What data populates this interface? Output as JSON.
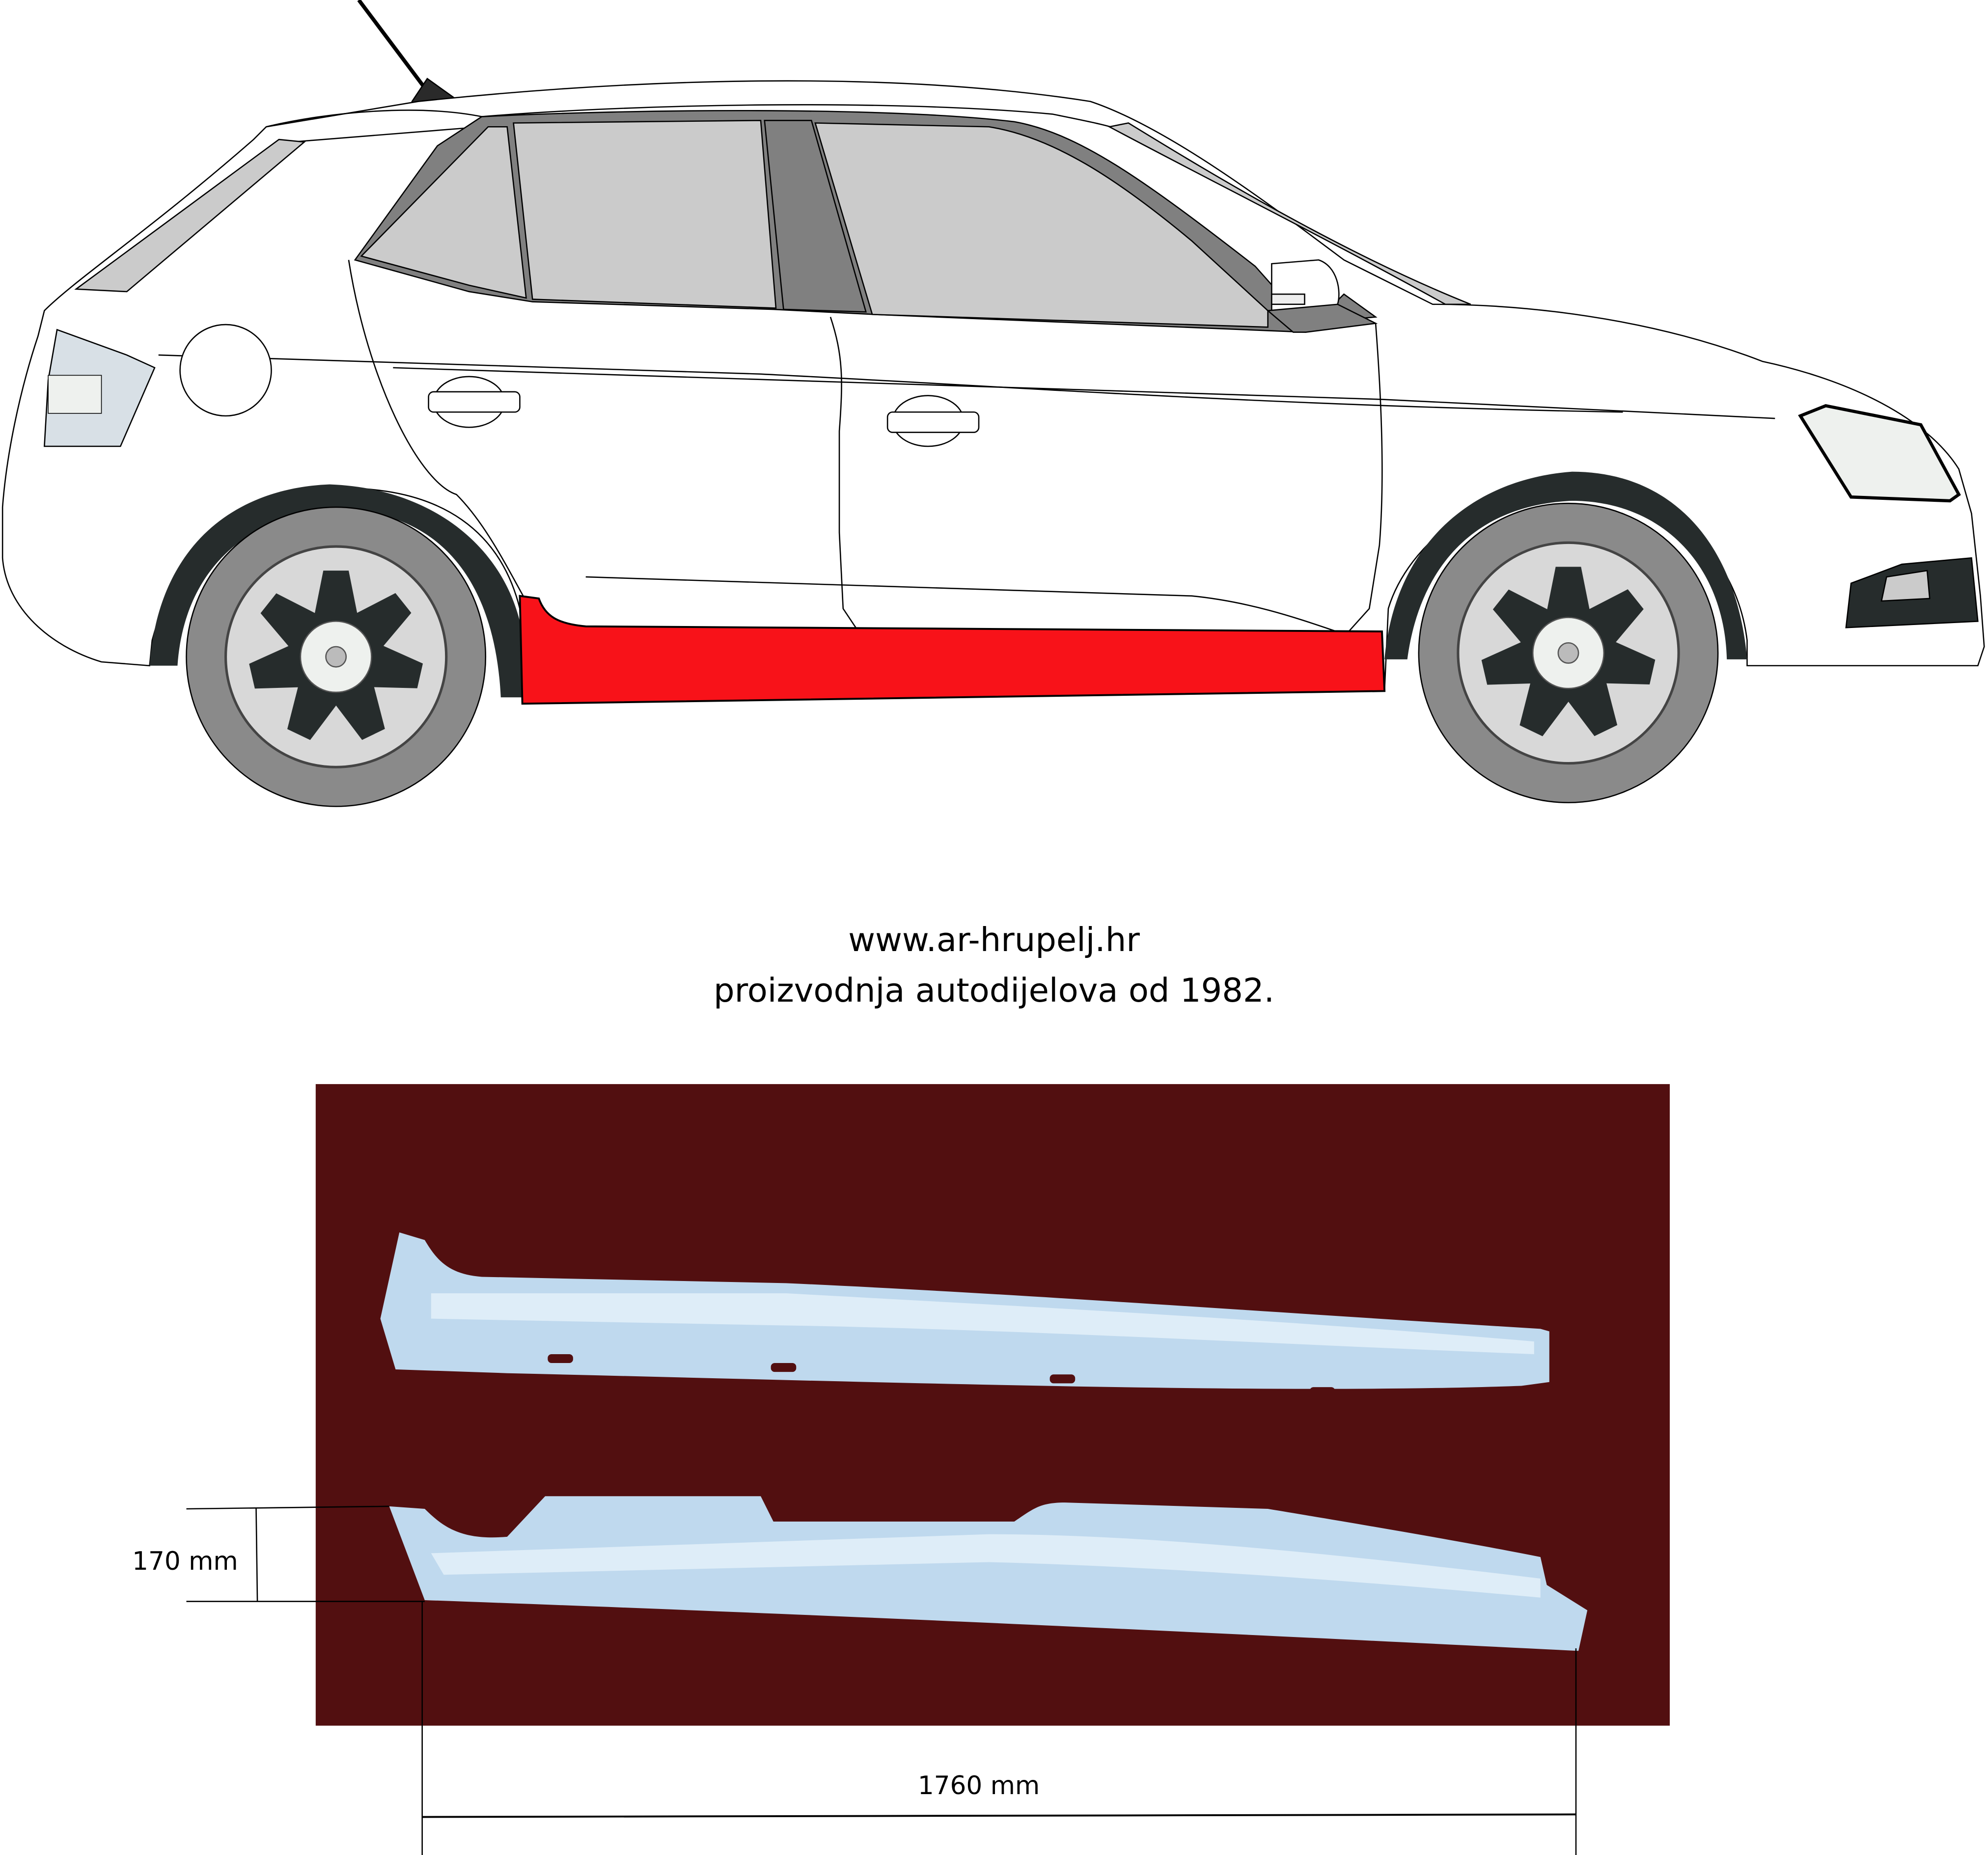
{
  "header": {
    "website": "www.ar-hrupelj.hr",
    "tagline": "proizvodnja autodijelova od 1982."
  },
  "car_diagram": {
    "view": "side view, right side, 5-door hatchback",
    "highlighted_part": "sill / rocker panel",
    "highlight_color": "#F81219"
  },
  "photo_panel": {
    "background_color": "#520F10",
    "part_color": "#BFD9EE"
  },
  "dimensions": {
    "height_label": "170 mm",
    "length_label": "1760 mm"
  },
  "colors": {
    "body_outline": "#000000",
    "glass": "#CBCBCB",
    "window_trim": "#808080",
    "wheel_arch": "#262C2C",
    "tire": "#8A8A8A",
    "rim": "#D8D8D8",
    "light": "#E6ECEE"
  }
}
